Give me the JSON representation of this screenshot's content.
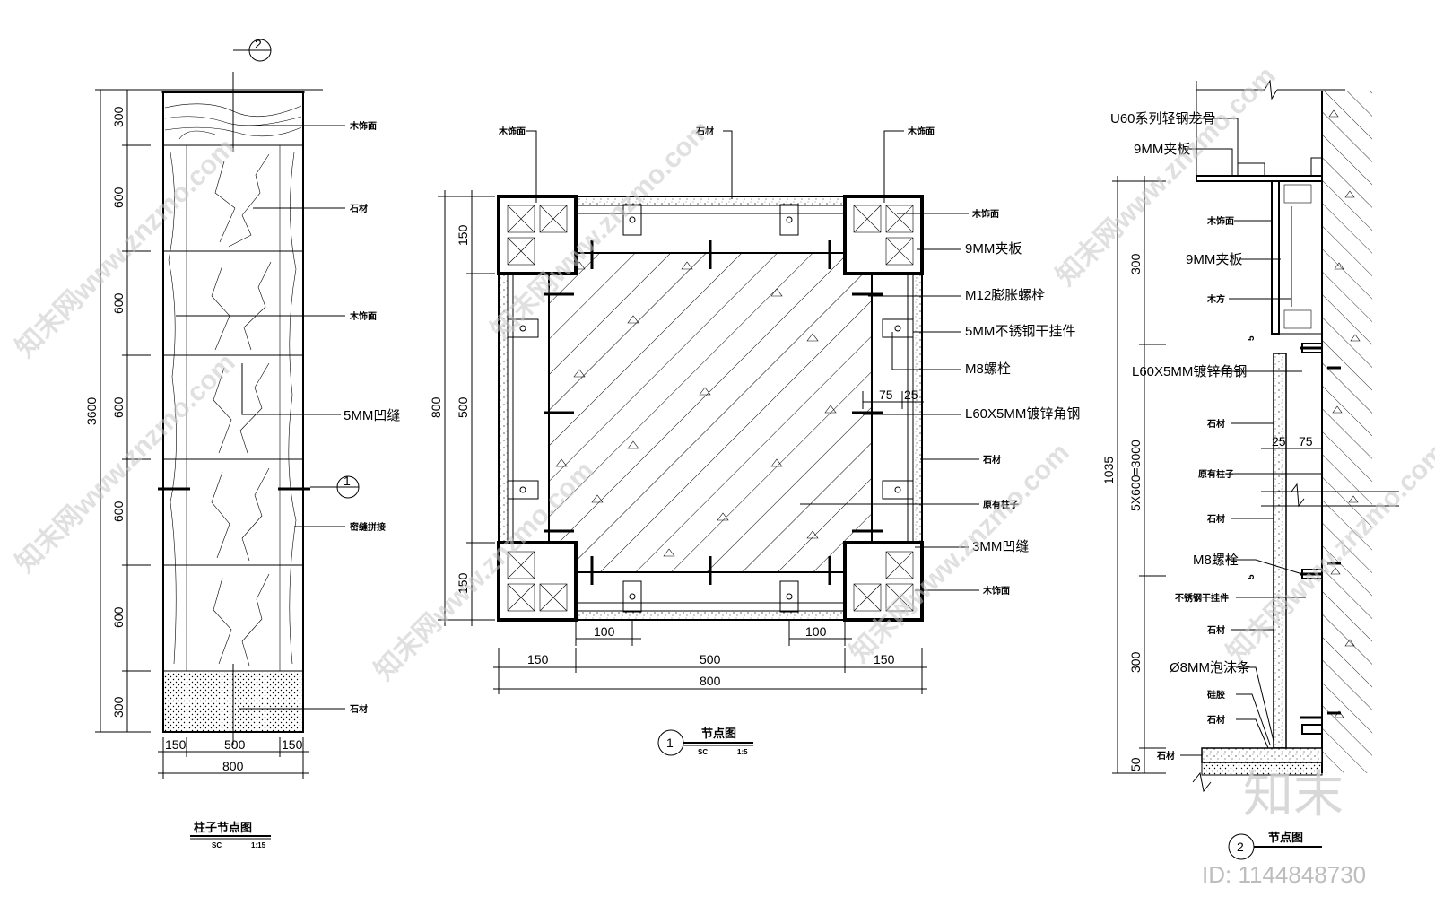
{
  "left": {
    "dims_v": [
      "300",
      "600",
      "600",
      "600",
      "600",
      "600",
      "300"
    ],
    "total_v": "3600",
    "dims_h": [
      "150",
      "500",
      "150"
    ],
    "total_h": "800",
    "labels": [
      "木饰面",
      "石材",
      "木饰面",
      "5MM凹缝",
      "密缝拼接",
      "石材"
    ],
    "title": "柱子节点图",
    "sc": "SC",
    "scale": "1:15",
    "callout_top": "2",
    "callout_mid": "1"
  },
  "center": {
    "dims_v": [
      "150",
      "500",
      "150"
    ],
    "total_v": "800",
    "dims_h": [
      "150",
      "500",
      "150"
    ],
    "total_h": "800",
    "bracket": [
      "100",
      "100"
    ],
    "small": [
      "75",
      "25"
    ],
    "top_labels": [
      "木饰面",
      "石材",
      "木饰面"
    ],
    "right_labels": [
      "木饰面",
      "9MM夹板",
      "M12膨胀螺栓",
      "5MM不锈钢干挂件",
      "M8螺栓",
      "L60X5MM镀锌角钢",
      "石材",
      "原有柱子",
      "3MM凹缝",
      "木饰面"
    ],
    "title": "节点图",
    "number": "1",
    "sc": "SC",
    "scale": "1:5"
  },
  "right": {
    "labels_left": [
      "U60系列轻钢龙骨",
      "9MM夹板",
      "木饰面",
      "9MM夹板",
      "木方",
      "L60X5MM镀锌角钢",
      "石材",
      "原有柱子",
      "石材",
      "M8螺栓",
      "不锈钢干挂件",
      "石材",
      "Ø8MM泡沫条",
      "硅胶",
      "石材",
      "石材"
    ],
    "dims_v": [
      "300",
      "5X600=3000",
      "300",
      "50"
    ],
    "total_v": "1035",
    "small": [
      "5",
      "25",
      "75",
      "5"
    ],
    "title": "节点图",
    "number": "2"
  },
  "watermark": {
    "site": "知末网www.znzmo.com",
    "brand": "知末",
    "id": "ID: 1144848730"
  }
}
